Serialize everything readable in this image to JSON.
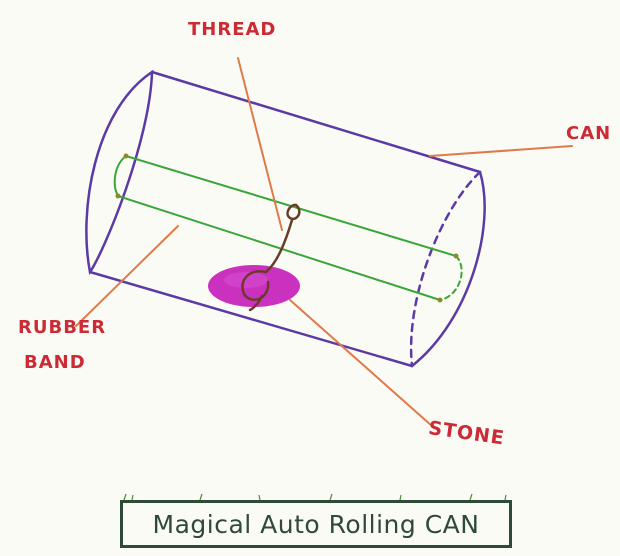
{
  "labels": {
    "thread": "THREAD",
    "can": "CAN",
    "rubber_band_line1": "RUBBER",
    "rubber_band_line2": "BAND",
    "stone": "STONE"
  },
  "title": "Magical Auto Rolling CAN",
  "colors": {
    "can_outline": "#5b3aa6",
    "rubber_band": "#3aa63a",
    "thread": "#6b3b2a",
    "stone": "#c41fb8",
    "pointer": "#e07a4a",
    "label_text": "#cc2a35",
    "title_border": "#2f4a36"
  }
}
